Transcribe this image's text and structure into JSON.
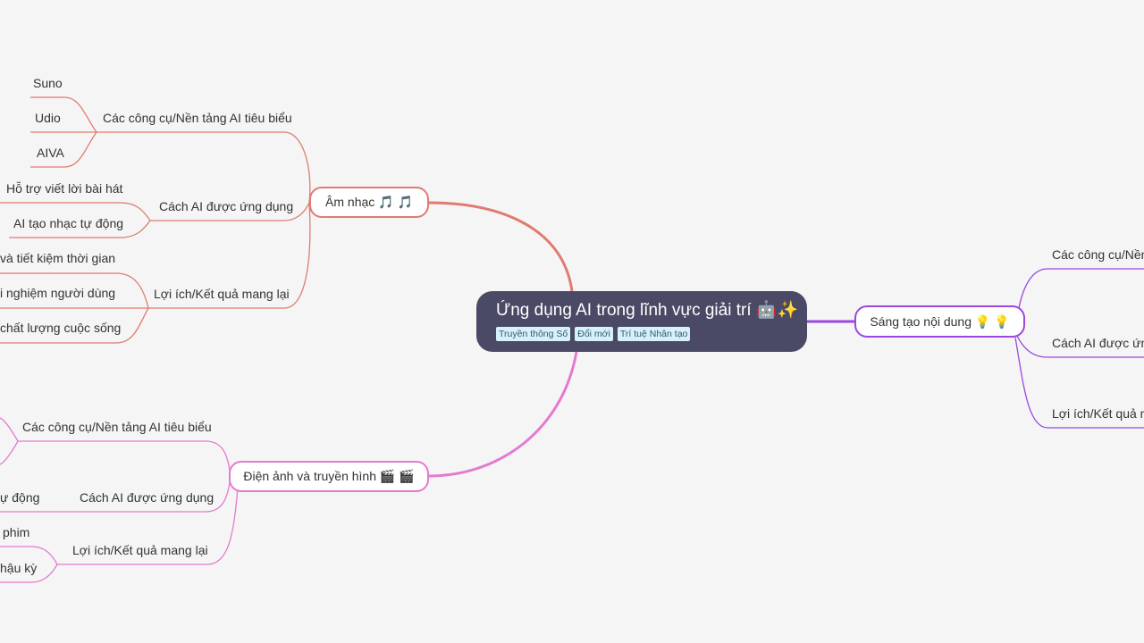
{
  "root": {
    "title": "Ứng dụng AI trong lĩnh vực giải trí 🤖✨",
    "tags": [
      "Truyền thông Số",
      "Đổi mới",
      "Trí tuệ Nhân tạo"
    ]
  },
  "colors": {
    "background": "#f5f5f5",
    "root_fill": "#4a4a66",
    "music": "#e07b72",
    "film": "#e37ad0",
    "content": "#9b47e0"
  },
  "music": {
    "label": "Âm nhạc 🎵 🎵",
    "tools": {
      "label": "Các công cụ/Nền tảng AI tiêu biểu",
      "items": [
        "Suno",
        "Udio",
        "AIVA"
      ]
    },
    "usage": {
      "label": "Cách AI được ứng dụng",
      "items": [
        "Hỗ trợ viết lời bài hát",
        "AI tạo nhạc tự động"
      ]
    },
    "benefits": {
      "label": "Lợi ích/Kết quả mang lại",
      "items": [
        "và tiết kiệm thời gian",
        "i nghiệm người dùng",
        "chất lượng cuộc sống"
      ]
    }
  },
  "film": {
    "label": "Điện ảnh và truyền hình 🎬 🎬",
    "tools": {
      "label": "Các công cụ/Nền tảng AI tiêu biểu"
    },
    "usage": {
      "label": "Cách AI được ứng dụng",
      "items": [
        "ự động"
      ]
    },
    "benefits": {
      "label": "Lợi ích/Kết quả mang lại",
      "items": [
        "phim",
        "hậu kỳ"
      ]
    }
  },
  "content": {
    "label": "Sáng tạo nội dung 💡 💡",
    "tools": {
      "label": "Các công cụ/Nền"
    },
    "usage": {
      "label": "Cách AI được ứng"
    },
    "benefits": {
      "label": "Lợi ích/Kết quả m"
    }
  }
}
